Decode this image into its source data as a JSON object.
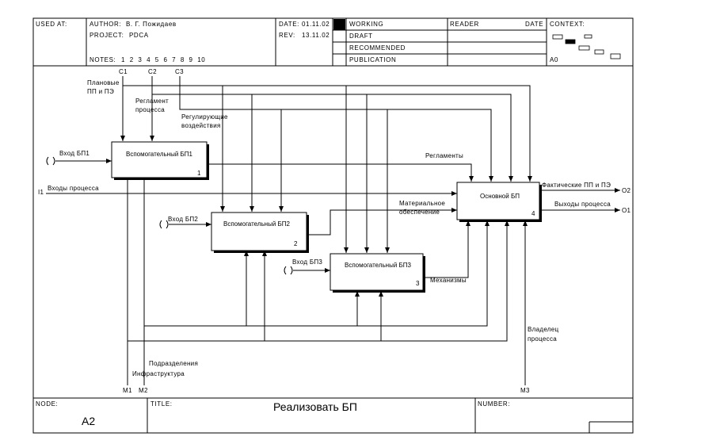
{
  "header": {
    "used_at": "USED AT:",
    "author_label": "AUTHOR:",
    "author_value": "В. Г. Пожидаев",
    "project_label": "PROJECT:",
    "project_value": "PDCA",
    "notes_label": "NOTES:",
    "notes_values": "1  2  3  4  5  6  7  8  9  10",
    "date_label": "DATE:",
    "date_value": "01.11.02",
    "rev_label": "REV:",
    "rev_value": "13.11.02",
    "status_working": "WORKING",
    "status_draft": "DRAFT",
    "status_recommended": "RECOMMENDED",
    "status_publication": "PUBLICATION",
    "reader_label": "READER",
    "reader_date_label": "DATE",
    "context_label": "CONTEXT:",
    "context_node": "A0"
  },
  "footer": {
    "node_label": "NODE:",
    "node_value": "A2",
    "title_label": "TITLE:",
    "title_value": "Реализовать БП",
    "number_label": "NUMBER:"
  },
  "boxes": {
    "b1": {
      "title": "Вспомогательный БП1",
      "num": "1"
    },
    "b2": {
      "title": "Вспомогательный БП2",
      "num": "2"
    },
    "b3": {
      "title": "Вспомогательный БП3",
      "num": "3"
    },
    "b4": {
      "title": "Основной БП",
      "num": "4"
    }
  },
  "arrows": {
    "c1": "C1",
    "c2": "C2",
    "c3": "C3",
    "plan_1": "Плановые",
    "plan_2": "ПП и ПЭ",
    "regl_1": "Регламент",
    "regl_2": "процесса",
    "reg_act_1": "Регулирующие",
    "reg_act_2": "воздействия",
    "in_bp1": "Вход БП1",
    "i1": "I1",
    "inputs": "Входы процесса",
    "reglaments": "Регламенты",
    "in_bp2": "Вход БП2",
    "mat_1": "Материальное",
    "mat_2": "обеспечение",
    "in_bp3": "Вход БП3",
    "mechanisms": "Механизмы",
    "fact": "Фактические ПП и ПЭ",
    "o2": "O2",
    "outputs": "Выходы процесса",
    "o1": "O1",
    "owner_1": "Владелец",
    "owner_2": "процесса",
    "divisions": "Подразделения",
    "infra": "Инфраструктура",
    "m1": "M1",
    "m2": "M2",
    "m3": "M3"
  }
}
